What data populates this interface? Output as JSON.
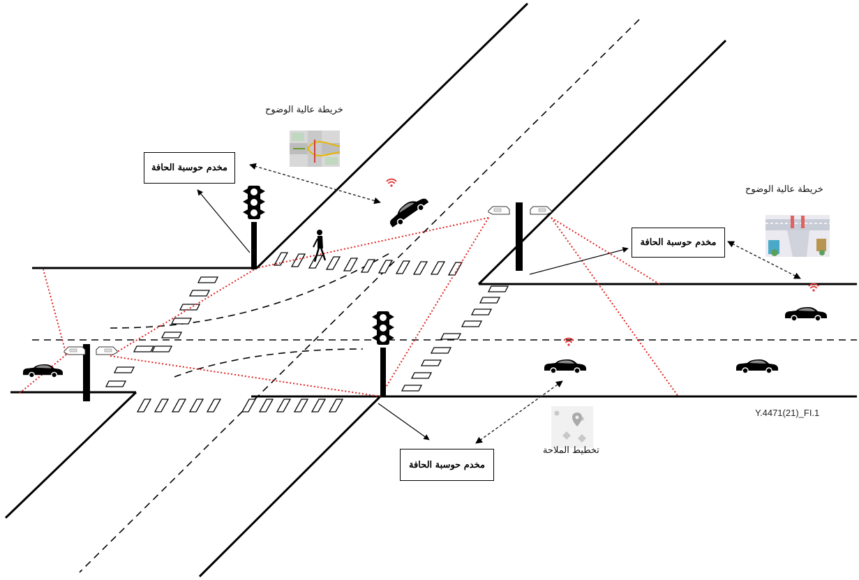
{
  "labels": {
    "edge_server_left": "مخدم حوسبة الحافة",
    "edge_server_right": "مخدم حوسبة الحافة",
    "edge_server_bottom": "مخدم حوسبة الحافة",
    "hd_map_top": "خريطة عالية الوضوح",
    "hd_map_right": "خريطة عالية الوضوح",
    "navigation_planning": "تخطيط الملاحة",
    "figure_id": "Y.4471(21)_FI.1"
  },
  "colors": {
    "road": "#000000",
    "sensor_coverage": "#e02020",
    "signal_waves": "#e03030",
    "dashed_link": "#222222"
  },
  "icons": [
    "traffic-light-icon",
    "camera-icon",
    "car-icon",
    "pedestrian-icon",
    "map-thumbnail-icon",
    "location-pin-icon",
    "signal-wave-icon"
  ]
}
